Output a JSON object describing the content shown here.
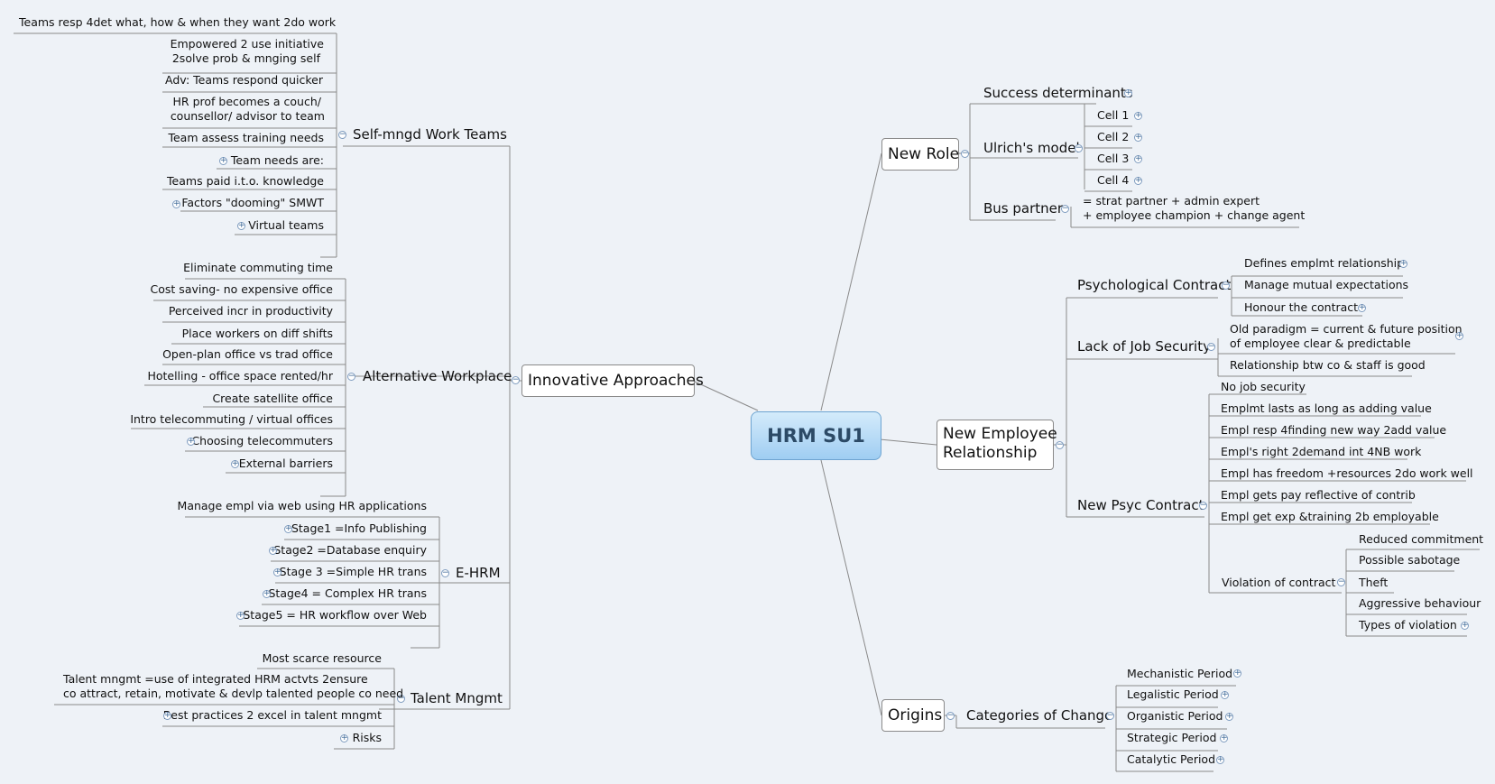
{
  "root": "HRM SU1",
  "innovative": {
    "label": "Innovative Approaches",
    "smwt": {
      "label": "Self-mngd Work Teams",
      "items": [
        "Teams resp 4det what, how & when they want 2do work",
        "Empowered 2 use initiative",
        "2solve prob & mnging self",
        "Adv: Teams respond quicker",
        "HR prof becomes a couch/",
        "counsellor/ advisor to team",
        "Team assess training needs",
        "Team needs are:",
        "Teams paid i.t.o. knowledge",
        "Factors \"dooming\" SMWT",
        "Virtual teams"
      ]
    },
    "alt": {
      "label": "Alternative Workplace",
      "items": [
        "Eliminate commuting time",
        "Cost saving- no expensive office",
        "Perceived incr in productivity",
        "Place workers on diff shifts",
        "Open-plan office vs trad office",
        "Hotelling - office space rented/hr",
        "Create satellite office",
        "Intro telecommuting / virtual offices",
        "Choosing telecommuters",
        "External barriers"
      ]
    },
    "ehrm": {
      "label": "E-HRM",
      "items": [
        "Manage empl via web using HR applications",
        "Stage1 =Info Publishing",
        "Stage2 =Database enquiry",
        "Stage 3 =Simple HR trans",
        "Stage4 = Complex HR trans",
        "Stage5 = HR workflow over Web"
      ]
    },
    "talent": {
      "label": "Talent Mngmt",
      "items": [
        "Most scarce resource",
        "Talent mngmt =use of integrated HRM actvts 2ensure",
        "co attract, retain, motivate & devlp talented people co need",
        "Best practices 2 excel in talent mngmt",
        "Risks"
      ]
    }
  },
  "new_role": {
    "label": "New Role",
    "success": "Success determinants",
    "ulrich": {
      "label": "Ulrich's model",
      "cells": [
        "Cell 1",
        "Cell 2",
        "Cell 3",
        "Cell 4"
      ]
    },
    "bus": {
      "label": "Bus partner",
      "line1": "= strat partner + admin expert",
      "line2": "+ employee champion + change agent"
    }
  },
  "ner": {
    "label1": "New Employee",
    "label2": "Relationship",
    "psych": {
      "label": "Psychological Contract",
      "items": [
        "Defines emplmt relationship",
        "Manage mutual expectations",
        "Honour the contract"
      ]
    },
    "lack": {
      "label": "Lack of Job Security",
      "items": [
        "Old paradigm = current & future position",
        "of employee clear & predictable",
        "Relationship btw co & staff is good"
      ]
    },
    "npc": {
      "label": "New Psyc Contract",
      "items": [
        "No job security",
        "Emplmt lasts as long as adding value",
        "Empl resp 4finding new way 2add value",
        "Empl's right 2demand int 4NB work",
        "Empl has freedom +resources 2do work well",
        "Empl gets pay reflective of contrib",
        "Empl get exp &training 2b employable"
      ],
      "violation": {
        "label": "Violation of contract",
        "items": [
          "Reduced commitment",
          "Possible sabotage",
          "Theft",
          "Aggressive behaviour",
          "Types of violation"
        ]
      }
    }
  },
  "origins": {
    "label": "Origins",
    "categories": {
      "label": "Categories of Change",
      "items": [
        "Mechanistic Period",
        "Legalistic Period",
        "Organistic Period",
        "Strategic Period",
        "Catalytic Period"
      ]
    }
  },
  "icons": {
    "expand": "plus-circle-icon",
    "collapse": "minus-circle-icon"
  },
  "colors": {
    "background": "#eef2f7",
    "root_fill": "#a8d3f4",
    "line": "#8a8a8a",
    "toggle": "#3d6896"
  }
}
